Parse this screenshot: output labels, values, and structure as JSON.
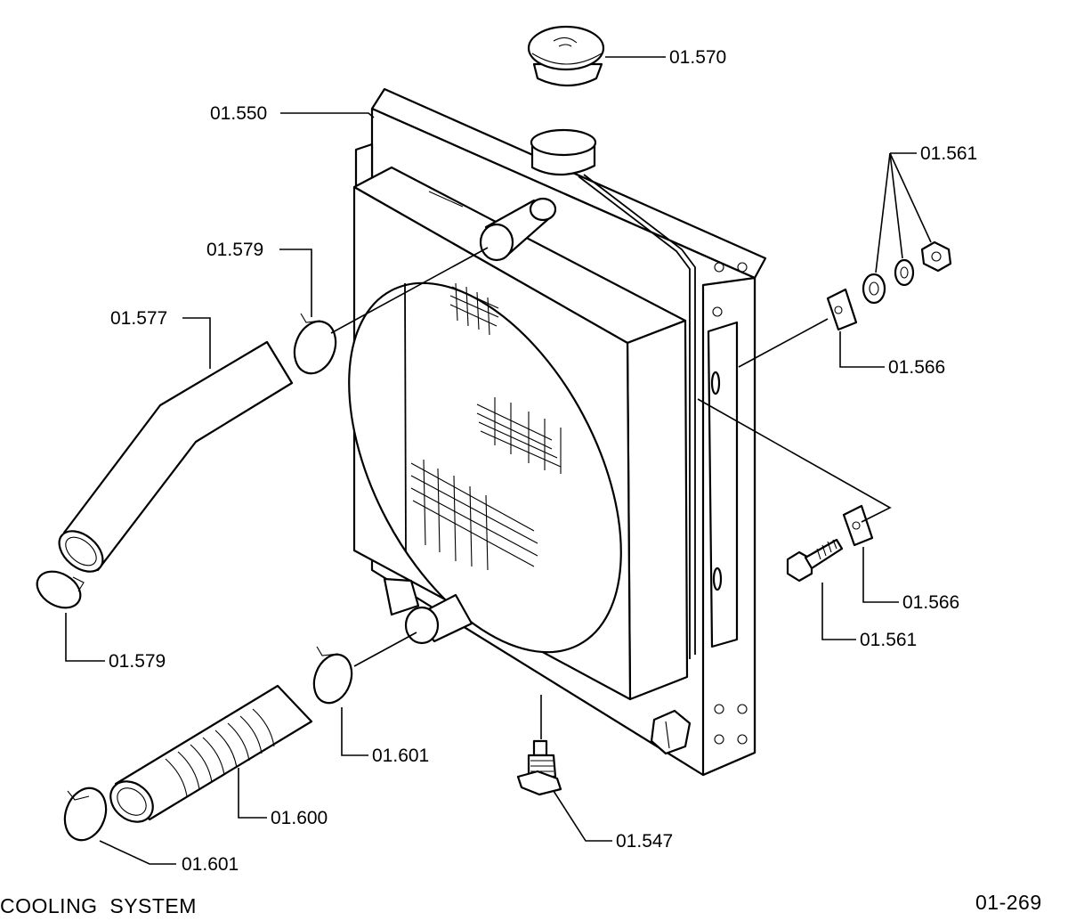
{
  "footer": {
    "title": "COOLING  SYSTEM",
    "page_number": "01-269"
  },
  "callouts": {
    "cap": "01.570",
    "radiator": "01.550",
    "washer_set_right": "01.561",
    "clamp_upper_outer": "01.579",
    "hose_upper": "01.577",
    "plate_upper": "01.566",
    "clamp_upper_inner": "01.579",
    "plate_lower": "01.566",
    "bolt": "01.561",
    "clamp_lower_inner": "01.601",
    "hose_lower": "01.600",
    "drain_cock": "01.547",
    "clamp_lower_outer": "01.601"
  },
  "colors": {
    "ink": "#000000",
    "paper": "#ffffff"
  }
}
